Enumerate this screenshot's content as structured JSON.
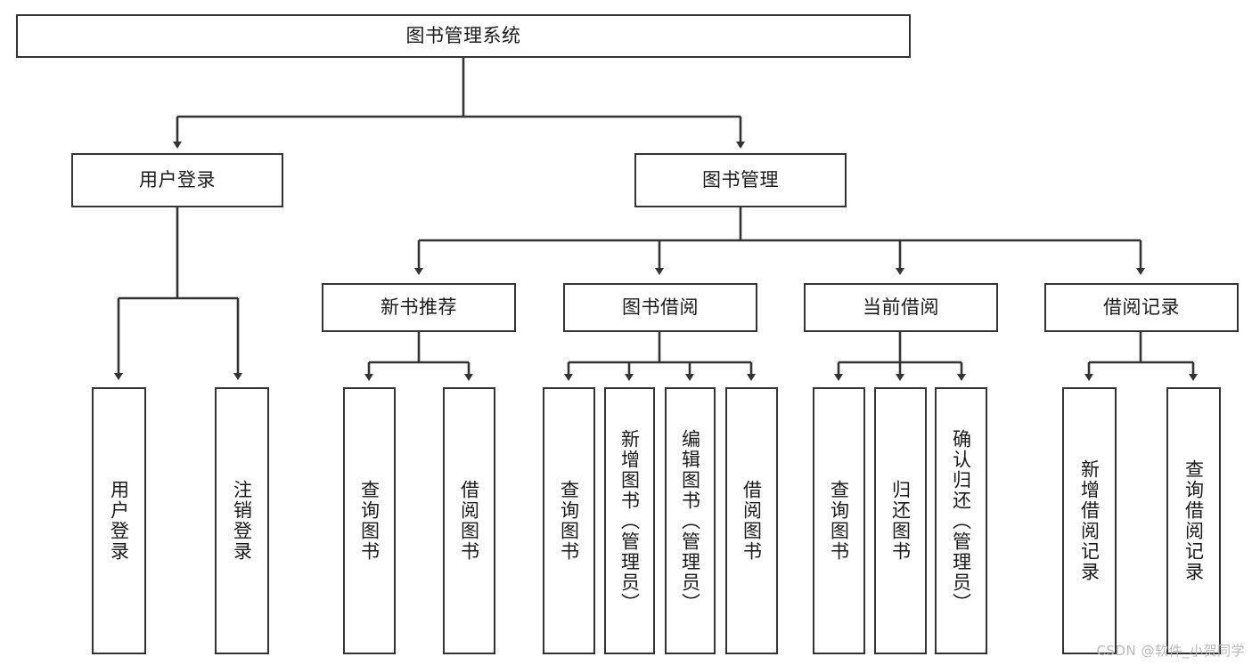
{
  "diagram": {
    "title": "图书管理系统",
    "type": "功能结构图",
    "root": {
      "label": "图书管理系统"
    },
    "level2": [
      {
        "label": "用户登录"
      },
      {
        "label": "图书管理"
      }
    ],
    "level3": [
      {
        "label": "新书推荐",
        "parent": "图书管理"
      },
      {
        "label": "图书借阅",
        "parent": "图书管理"
      },
      {
        "label": "当前借阅",
        "parent": "图书管理"
      },
      {
        "label": "借阅记录",
        "parent": "图书管理"
      }
    ],
    "leaves": {
      "user_login": [
        {
          "label": "用户登录"
        },
        {
          "label": "注销登录"
        }
      ],
      "new_book": [
        {
          "label": "查询图书"
        },
        {
          "label": "借阅图书"
        }
      ],
      "book_borrow": [
        {
          "label": "查询图书"
        },
        {
          "label": "新增图书（管理员）"
        },
        {
          "label": "编辑图书（管理员）"
        },
        {
          "label": "借阅图书"
        }
      ],
      "current_borrow": [
        {
          "label": "查询图书"
        },
        {
          "label": "归还图书"
        },
        {
          "label": "确认归还（管理员）"
        }
      ],
      "borrow_record": [
        {
          "label": "新增借阅记录"
        },
        {
          "label": "查询借阅记录"
        }
      ]
    }
  },
  "watermark": {
    "text": "CSDN @软件_小贺同学"
  },
  "colors": {
    "background": "#ffffff",
    "node_border": "#333333",
    "node_fill": "#ffffff",
    "text": "#1a1a1a",
    "edge": "#333333",
    "watermark": "#b9b9b9"
  }
}
